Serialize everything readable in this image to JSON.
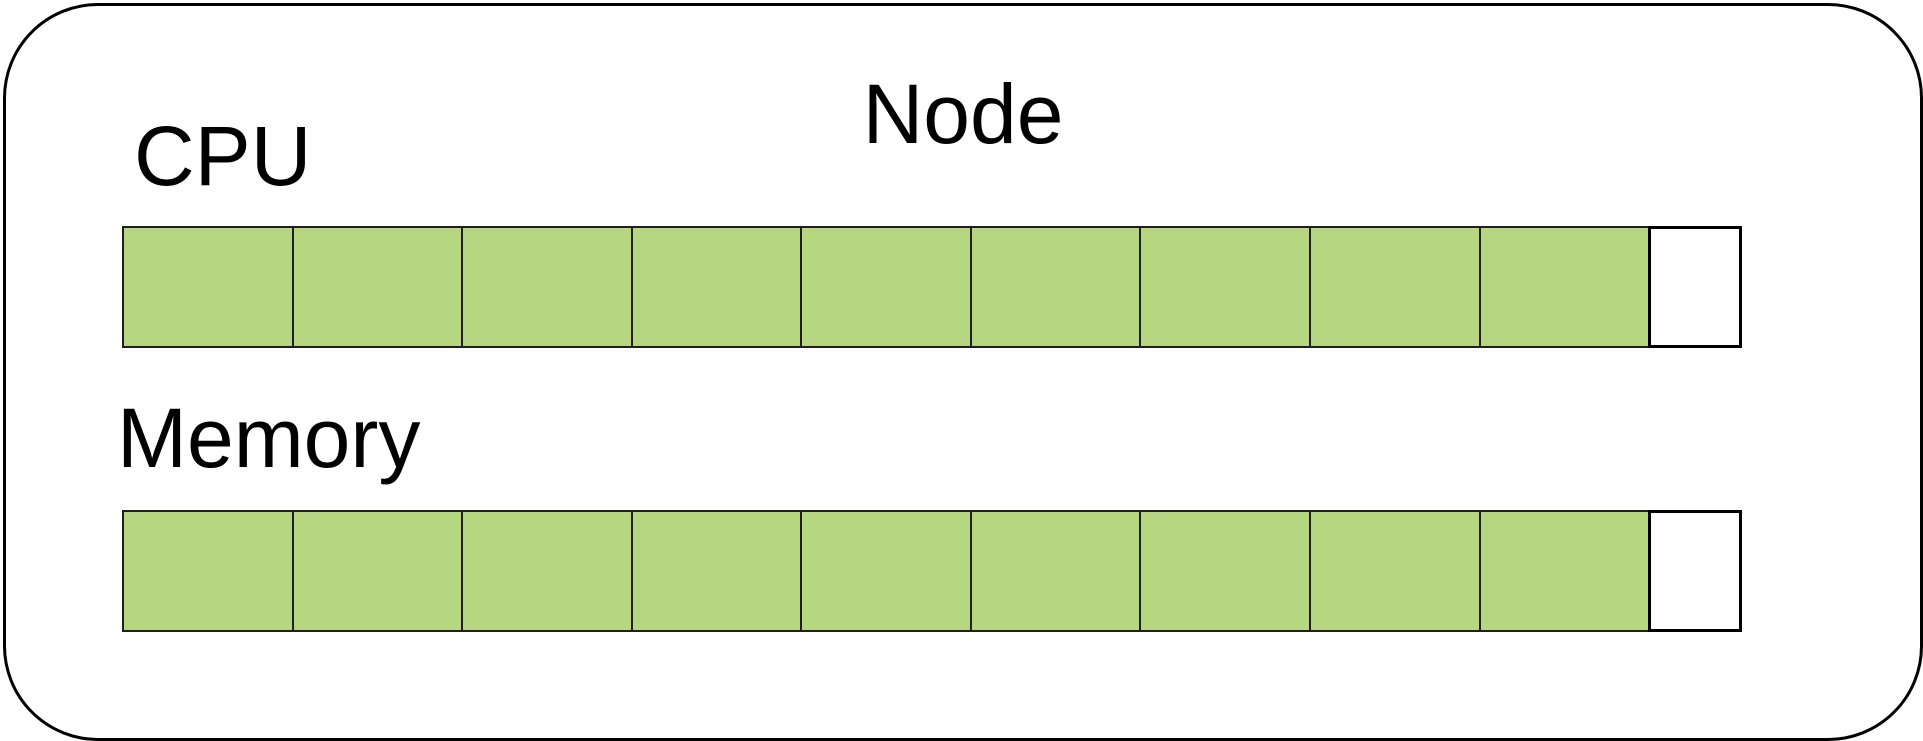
{
  "diagram": {
    "title": "Node",
    "resources": [
      {
        "id": "cpu",
        "label": "CPU",
        "used_segments": 9,
        "free_segments": 1
      },
      {
        "id": "memory",
        "label": "Memory",
        "used_segments": 9,
        "free_segments": 1
      }
    ],
    "colors": {
      "used_fill": "#b6d681",
      "free_fill": "#ffffff",
      "segment_border": "#1f1f1f",
      "free_segment_border": "#000000",
      "node_border": "#000000",
      "background": "#ffffff",
      "text": "#000000"
    }
  }
}
